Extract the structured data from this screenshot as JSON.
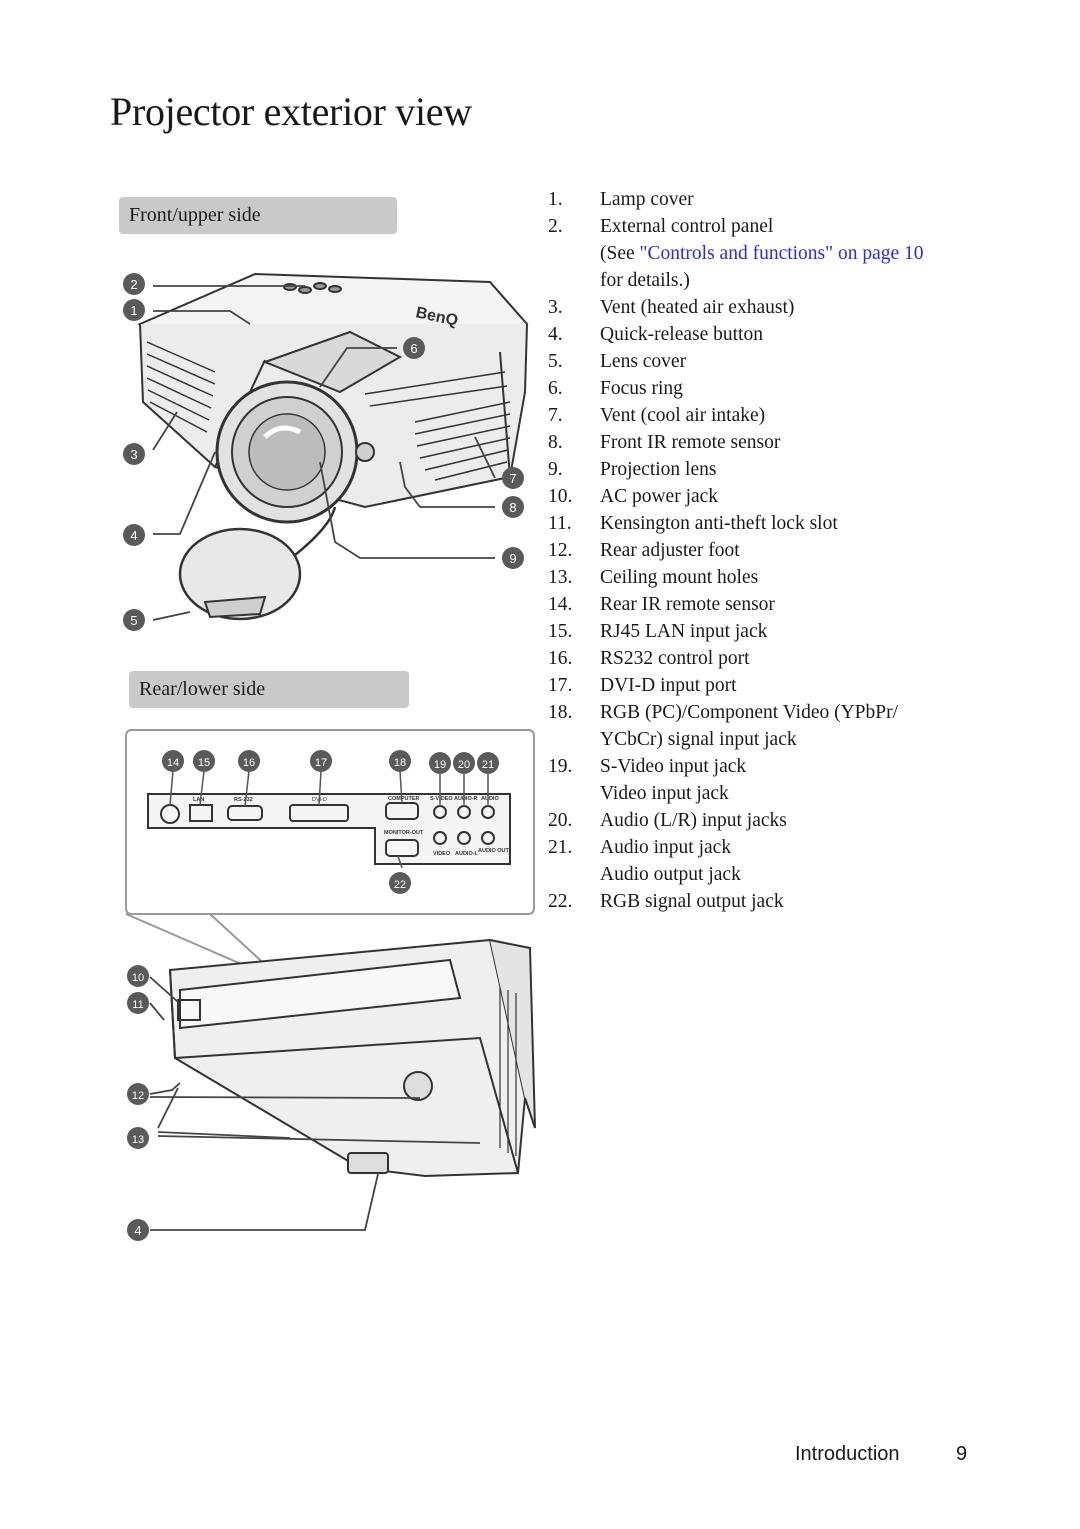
{
  "page": {
    "title": "Projector exterior view",
    "footer_section": "Introduction",
    "page_number": "9"
  },
  "sections": {
    "front": "Front/upper side",
    "rear": "Rear/lower side"
  },
  "front_callouts": [
    "2",
    "1",
    "6",
    "3",
    "7",
    "8",
    "4",
    "9",
    "5"
  ],
  "rear_callouts": [
    "14",
    "15",
    "16",
    "17",
    "18",
    "19",
    "20",
    "21",
    "22",
    "10",
    "11",
    "12",
    "13",
    "4"
  ],
  "panel_labels": {
    "lan": "LAN",
    "rs232": "RS-232",
    "dvi": "DVI-D",
    "computer": "COMPUTER",
    "monitor_out": "MONITOR-OUT",
    "svideo": "S-VIDEO",
    "audio_r": "AUDIO-R",
    "audio": "AUDIO",
    "video": "VIDEO",
    "audio_l": "AUDIO-L",
    "audio_out": "AUDIO OUT"
  },
  "brand_logo_text": "BenQ",
  "parts": [
    {
      "num": "1.",
      "text": "Lamp cover"
    },
    {
      "num": "2.",
      "text": "External control panel",
      "note_pre": "(See ",
      "note_link": "\"Controls and functions\" on page 10",
      "note_post": "for details.)"
    },
    {
      "num": "3.",
      "text": "Vent (heated air exhaust)"
    },
    {
      "num": "4.",
      "text": "Quick-release button"
    },
    {
      "num": "5.",
      "text": "Lens cover"
    },
    {
      "num": "6.",
      "text": "Focus ring"
    },
    {
      "num": "7.",
      "text": "Vent (cool air intake)"
    },
    {
      "num": "8.",
      "text": "Front IR remote sensor"
    },
    {
      "num": "9.",
      "text": "Projection lens"
    },
    {
      "num": "10.",
      "text": "AC power jack"
    },
    {
      "num": "11.",
      "text": "Kensington anti-theft lock slot"
    },
    {
      "num": "12.",
      "text": "Rear adjuster foot"
    },
    {
      "num": "13.",
      "text": "Ceiling mount holes"
    },
    {
      "num": "14.",
      "text": "Rear IR remote sensor"
    },
    {
      "num": "15.",
      "text": "RJ45 LAN input jack"
    },
    {
      "num": "16.",
      "text": "RS232 control port"
    },
    {
      "num": "17.",
      "text": "DVI-D input port"
    },
    {
      "num": "18.",
      "text": "RGB (PC)/Component Video (YPbPr/",
      "cont": "YCbCr) signal input jack"
    },
    {
      "num": "19.",
      "text": "S-Video input jack",
      "cont": "Video input jack"
    },
    {
      "num": "20.",
      "text": "Audio (L/R) input jacks"
    },
    {
      "num": "21.",
      "text": "Audio input jack",
      "cont": "Audio output jack"
    },
    {
      "num": "22.",
      "text": "RGB signal output jack"
    }
  ],
  "colors": {
    "section_bar": "#c9c9c9",
    "callout_fill": "#5a5a5a",
    "link": "#2b2bd8"
  }
}
